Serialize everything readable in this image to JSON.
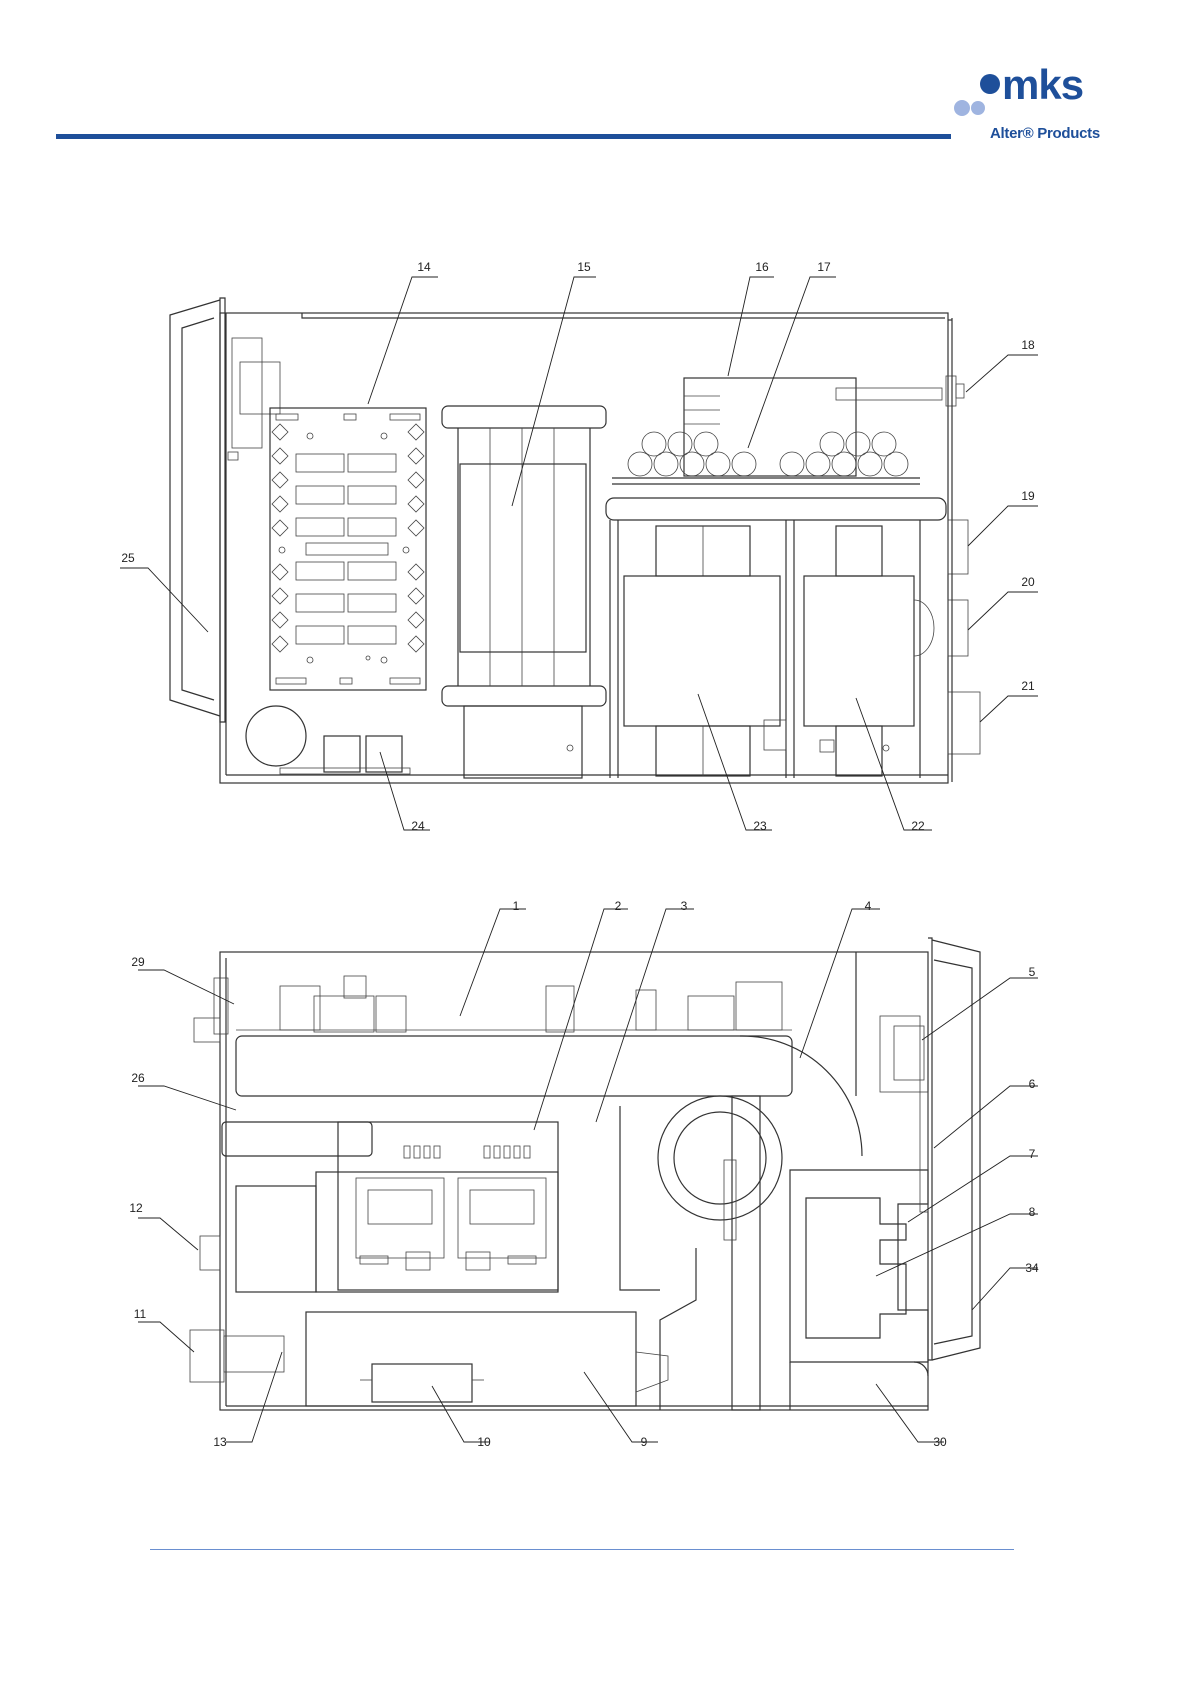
{
  "header": {
    "brand_wordmark": "mks",
    "brand_sub": "Alter® Products",
    "brand_color": "#1e4f9a",
    "logo_dot_colors": [
      "#9fb4e0",
      "#9fb4e0",
      "#1e4f9a"
    ]
  },
  "top_view": {
    "callouts": [
      "14",
      "15",
      "16",
      "17",
      "18",
      "19",
      "20",
      "21",
      "22",
      "23",
      "24",
      "25"
    ]
  },
  "bottom_view": {
    "callouts": [
      "1",
      "2",
      "3",
      "4",
      "5",
      "6",
      "7",
      "8",
      "9",
      "10",
      "11",
      "12",
      "13",
      "26",
      "29",
      "30",
      "34"
    ]
  }
}
